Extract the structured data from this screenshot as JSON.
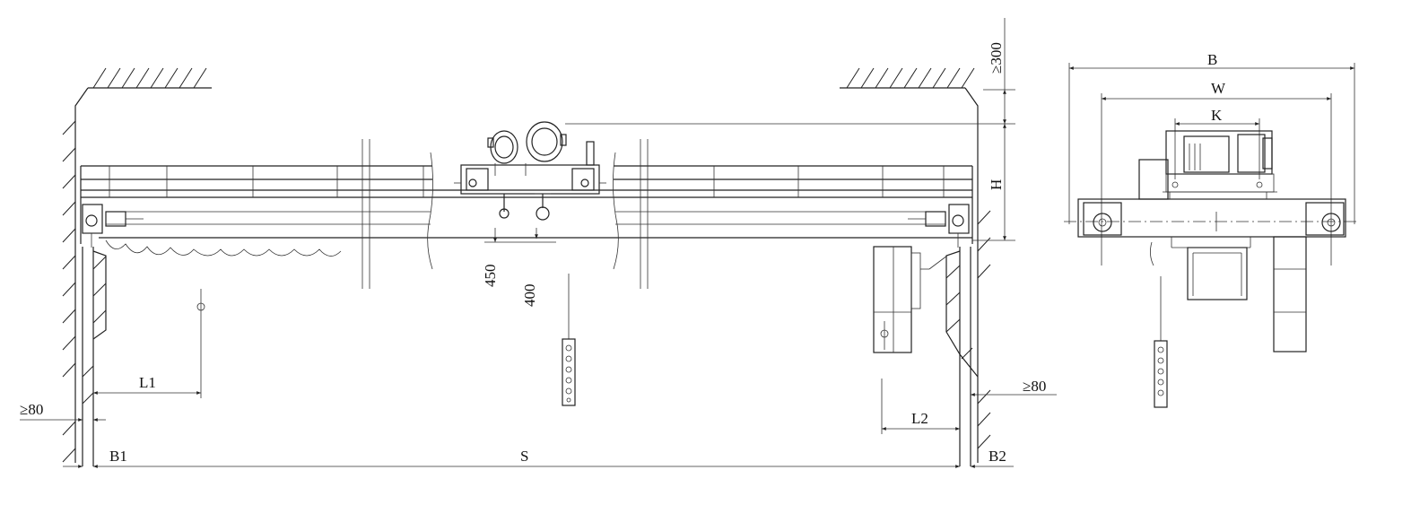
{
  "front_view": {
    "dimensions": {
      "clearance_top": "≥300",
      "height": "H",
      "hook_offset_left": "450",
      "hook_offset_right": "400",
      "limit_left": "L1",
      "limit_right": "L2",
      "clearance_left": "≥80",
      "clearance_right": "≥80",
      "end_left": "B1",
      "span": "S",
      "end_right": "B2"
    }
  },
  "side_view": {
    "dimensions": {
      "overall_width": "B",
      "wheel_base": "W",
      "trolley_gauge": "K"
    }
  }
}
